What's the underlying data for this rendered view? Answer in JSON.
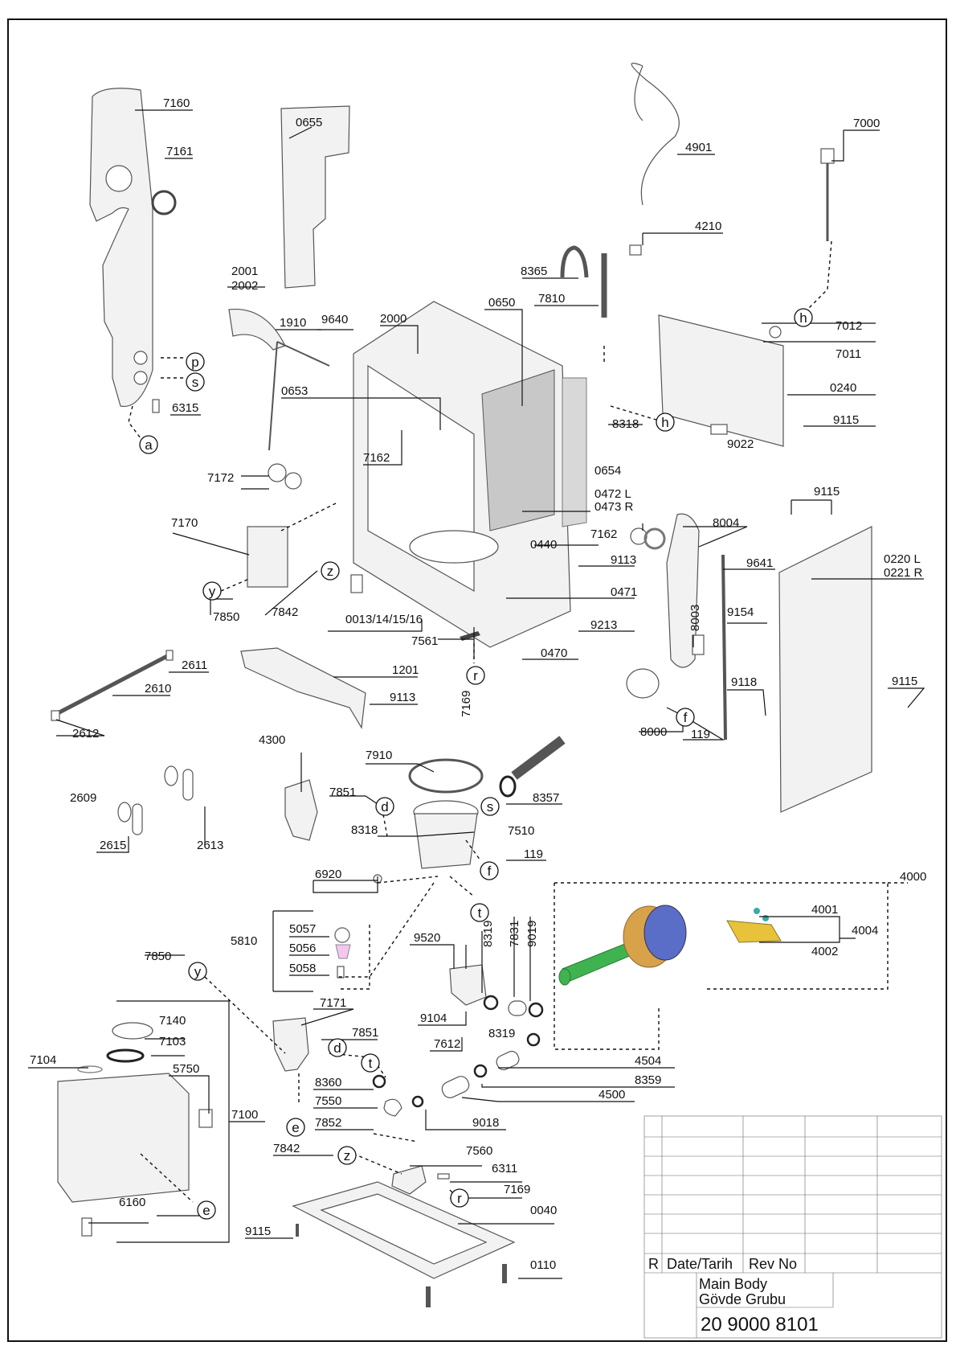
{
  "labels": {
    "l7160": "7160",
    "l7161": "7161",
    "l0655": "0655",
    "l4901": "4901",
    "l7000": "7000",
    "l4210": "4210",
    "l8365": "8365",
    "l7810": "7810",
    "l0650": "0650",
    "l2000": "2000",
    "l2001": "2001",
    "l2002": "2002",
    "l1910": "1910",
    "l9640": "9640",
    "l0653": "0653",
    "l7162a": "7162",
    "l6315": "6315",
    "l7012": "7012",
    "l7011": "7011",
    "l0240": "0240",
    "l8318a": "8318",
    "l9115a": "9115",
    "l9022": "9022",
    "l7172": "7172",
    "l7170": "7170",
    "l0654": "0654",
    "l0472": "0472 L",
    "l0473": "0473 R",
    "l0440": "0440",
    "l7162b": "7162",
    "l8004": "8004",
    "l9115b": "9115",
    "l9641": "9641",
    "l0220": "0220 L",
    "l0221": "0221 R",
    "l9113a": "9113",
    "l0471": "0471",
    "l9154": "9154",
    "l9213": "9213",
    "l0470": "0470",
    "l7850a": "7850",
    "l7842a": "7842",
    "l0013": "0013/14/15/16",
    "l7561": "7561",
    "l8003": "8003",
    "l9118": "9118",
    "l9115c": "9115",
    "l2611": "2611",
    "l2610": "2610",
    "l1201": "1201",
    "l9113b": "9113",
    "l7169a": "7169",
    "l8000": "8000",
    "l119a": "119",
    "l2612": "2612",
    "l4300": "4300",
    "l7910": "7910",
    "l7851a": "7851",
    "l8357": "8357",
    "l2609": "2609",
    "l8318b": "8318",
    "l7510": "7510",
    "l2615": "2615",
    "l2613": "2613",
    "l119b": "119",
    "l6920": "6920",
    "l4000": "4000",
    "l5057": "5057",
    "l5810": "5810",
    "l5056": "5056",
    "l5058": "5058",
    "l9520": "9520",
    "l8319a": "8319",
    "l7831": "7831",
    "l9019": "9019",
    "l4001": "4001",
    "l4004": "4004",
    "l4002": "4002",
    "l7850b": "7850",
    "l7171": "7171",
    "l9104": "9104",
    "l7140": "7140",
    "l7851b": "7851",
    "l8319b": "8319",
    "l7103": "7103",
    "l7612": "7612",
    "l7104": "7104",
    "l5750": "5750",
    "l4504": "4504",
    "l8360": "8360",
    "l8359": "8359",
    "l7100": "7100",
    "l7550": "7550",
    "l4500": "4500",
    "l7852": "7852",
    "l9018": "9018",
    "l7842b": "7842",
    "l7560": "7560",
    "l6311": "6311",
    "l6160": "6160",
    "l7169b": "7169",
    "l0040": "0040",
    "l9115d": "9115",
    "l0110": "0110"
  },
  "callouts": {
    "p": "p",
    "s1": "s",
    "a": "a",
    "h1": "h",
    "h2": "h",
    "y1": "y",
    "z1": "z",
    "r1": "r",
    "f1": "f",
    "d1": "d",
    "s2": "s",
    "f2": "f",
    "t1": "t",
    "y2": "y",
    "d2": "d",
    "t2": "t",
    "e1": "e",
    "z2": "z",
    "r2": "r",
    "e2": "e"
  },
  "title_block": {
    "rev_col": "R",
    "date_header": "Date/Tarih",
    "rev_no_header": "Rev No",
    "title_en": "Main Body",
    "title_tr": "Gövde Grubu",
    "part_number": "20 9000 8101"
  },
  "colors": {
    "line": "#111111",
    "part_stroke": "#555555",
    "heater_green": "#3fb34f",
    "heater_blue": "#5a6ec8",
    "heater_orange": "#d8a24a",
    "bracket_yellow": "#e8c23a",
    "screw_teal": "#3aa9a9"
  }
}
